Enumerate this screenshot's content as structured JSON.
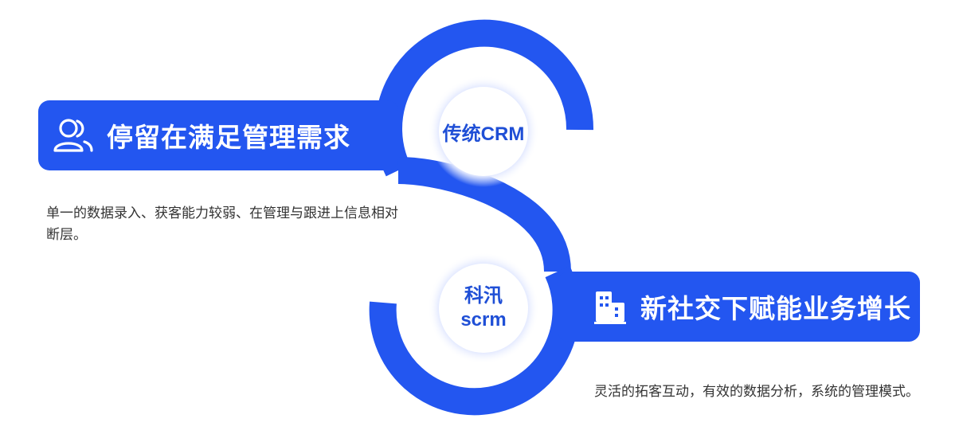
{
  "colors": {
    "primary": "#2356f0",
    "label": "#1f4fd6",
    "text": "#333333"
  },
  "top": {
    "icon": "users-icon",
    "title": "停留在满足管理需求",
    "circle_label": "传统CRM",
    "description": "单一的数据录入、获客能力较弱、在管理与跟进上信息相对断层。"
  },
  "bottom": {
    "icon": "building-icon",
    "title": "新社交下赋能业务增长",
    "circle_label_line1": "科汛",
    "circle_label_line2": "scrm",
    "description": "灵活的拓客互动，有效的数据分析，系统的管理模式。"
  }
}
